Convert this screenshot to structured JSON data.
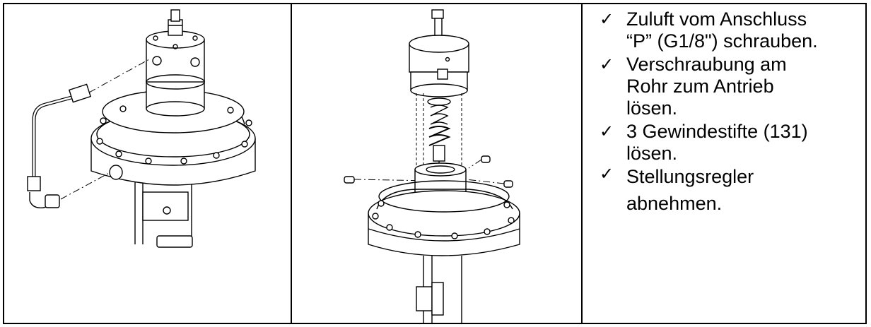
{
  "instructions": {
    "check_glyph": "✓",
    "steps": [
      {
        "text": "Zuluft vom Anschluss\n“P” (G1/8\") schrauben."
      },
      {
        "text": "Verschraubung am\nRohr zum Antrieb\nlösen."
      },
      {
        "text": "3 Gewindestifte (131)\nlösen."
      },
      {
        "text": "Stellungsregler\nabnehmen."
      }
    ]
  },
  "colors": {
    "line": "#000000",
    "background": "#ffffff",
    "metal_shade": "#e4e4e4"
  }
}
